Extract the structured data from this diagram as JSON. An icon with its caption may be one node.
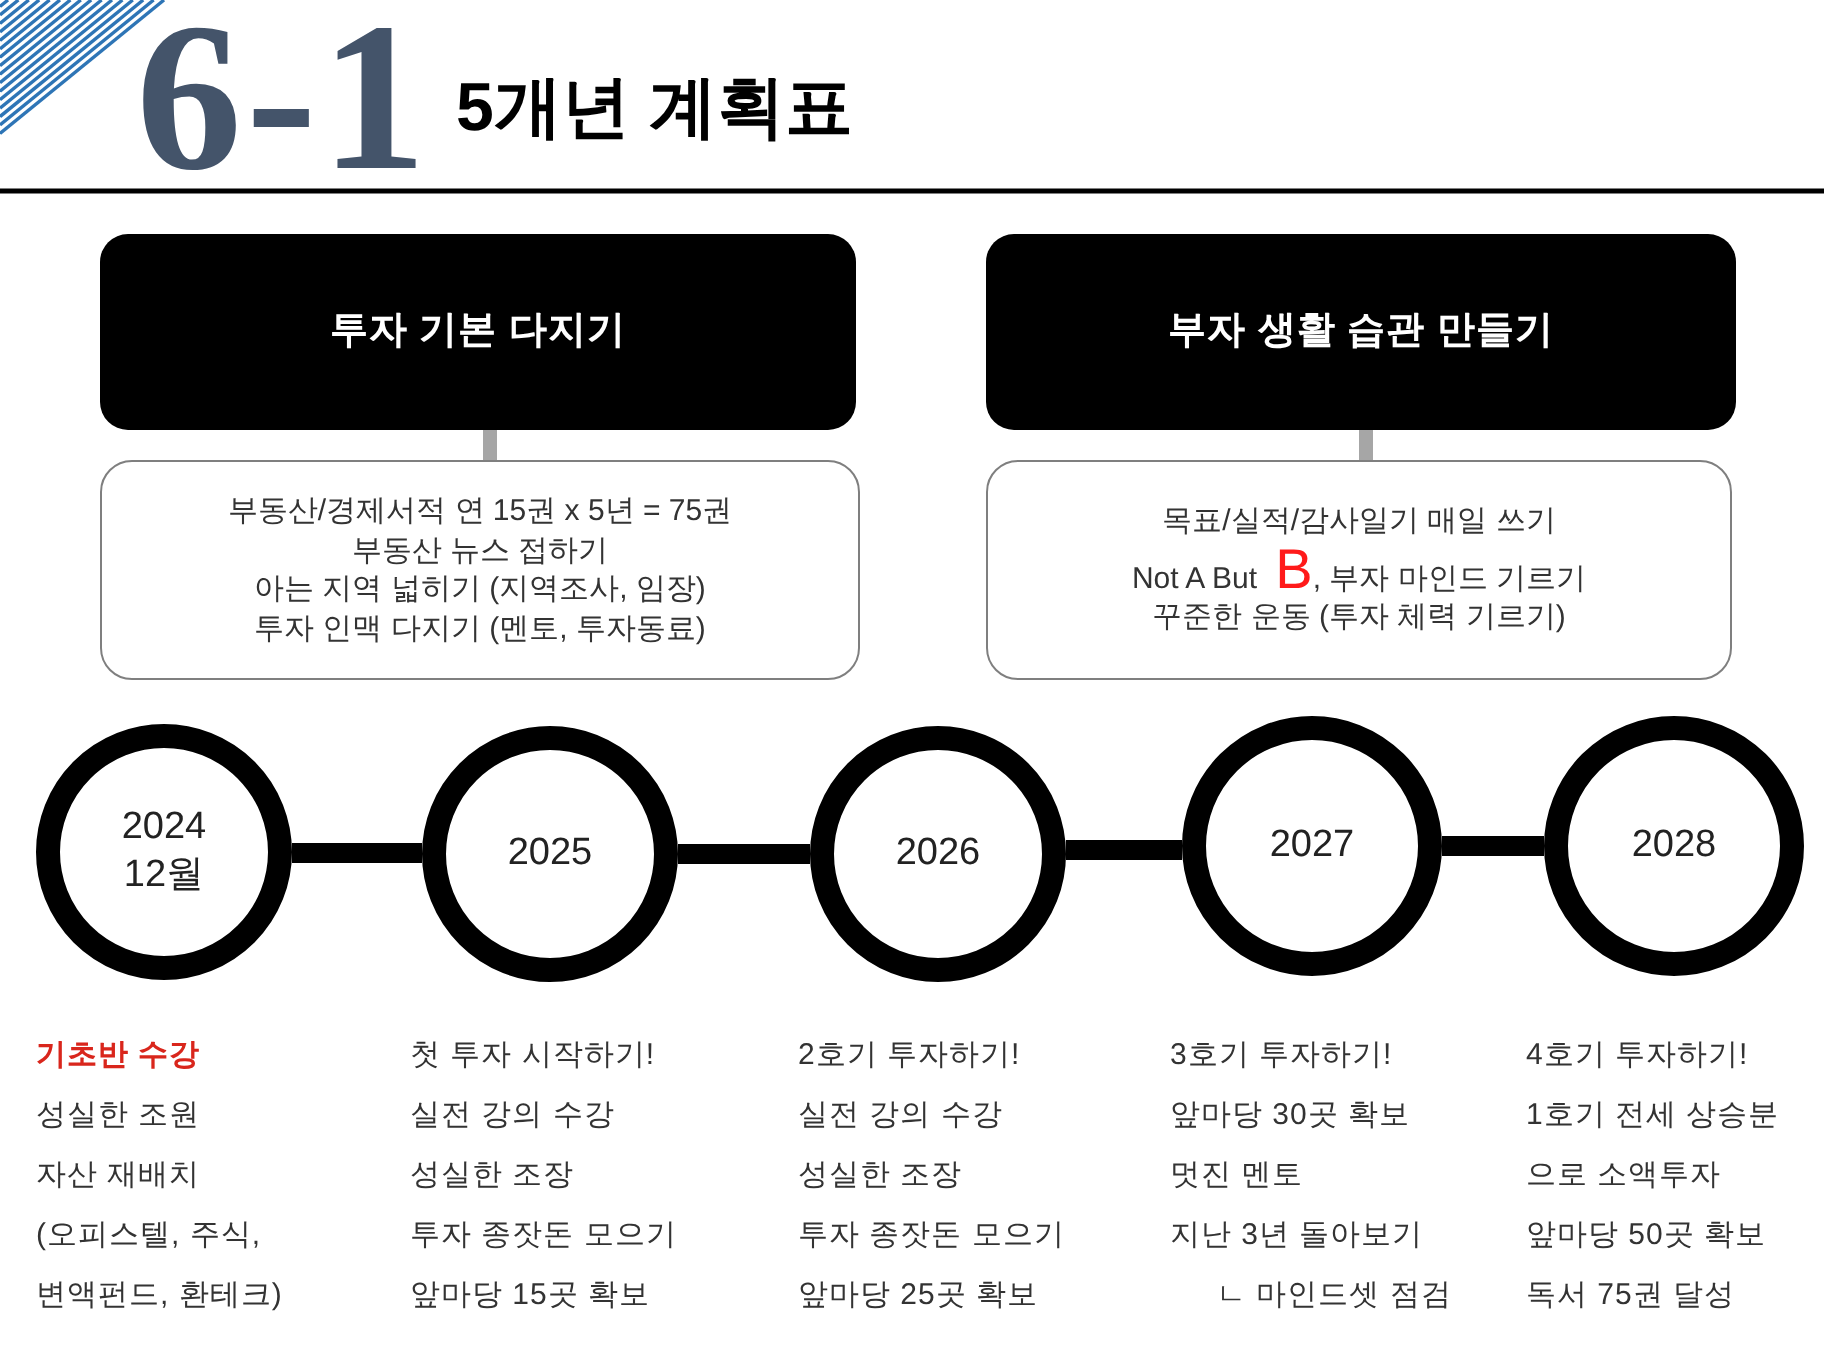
{
  "diagram": {
    "title": "5개년 계획표",
    "nodes": [
      {
        "text": [
          "투자 기본 다지기"
        ]
      },
      {
        "text": [
          "부동산/경제서적 연 15권 x 5년 = 75권",
          "부동산 뉴스 접하기",
          "아는 지역 넓히기 (지역조사, 임장)",
          "투자 인맥 다지기 (멘토, 투자동료)"
        ]
      },
      {
        "text": [
          "부자 생활 습관 만들기"
        ]
      },
      {
        "text": [
          "목표/실적/감사일기 매일 쓰기",
          "Not A But **B**, 부자 마인드 기르기",
          "꾸준한 운동 (투자 체력 기르기)"
        ]
      },
      {
        "text": [
          "2024 12월"
        ],
        "beside": [
          "기초반 수강",
          "성실한 조원",
          "자산 재배치",
          "(오피스텔, 주식, 변액펀드, 환테크)"
        ]
      },
      {
        "text": [
          "2025"
        ],
        "beside": [
          "첫 투자 시작하기!",
          "실전 강의 수강",
          "성실한 조장",
          "투자 종잣돈 모으기",
          "앞마당 15곳 확보"
        ]
      },
      {
        "text": [
          "2026"
        ],
        "beside": [
          "2호기 투자하기!",
          "실전 강의 수강",
          "성실한 조장",
          "투자 종잣돈 모으기",
          "앞마당 25곳 확보"
        ]
      },
      {
        "text": [
          "2027"
        ],
        "beside": [
          "3호기 투자하기!",
          "앞마당 30곳 확보",
          "멋진 멘토",
          "지난 3년 돌아보기",
          "ㄴ 마인드셋 점검"
        ]
      },
      {
        "text": [
          "2028"
        ],
        "beside": [
          "4호기 투자하기!",
          "1호기 전세 상승분으로 소액투자",
          "앞마당 50곳 확보",
          "독서 75권 달성"
        ]
      }
    ],
    "edges": [
      {
        "from": 0,
        "to": 1,
        "arrow": "none",
        "color": "#a6a6a6"
      },
      {
        "from": 2,
        "to": 3,
        "arrow": "none",
        "color": "#a6a6a6"
      },
      {
        "from": 4,
        "to": 5,
        "arrow": "none"
      },
      {
        "from": 5,
        "to": 6,
        "arrow": "none"
      },
      {
        "from": 6,
        "to": 7,
        "arrow": "none"
      },
      {
        "from": 7,
        "to": 8,
        "arrow": "none"
      }
    ],
    "labels": [
      "6-1"
    ]
  }
}
